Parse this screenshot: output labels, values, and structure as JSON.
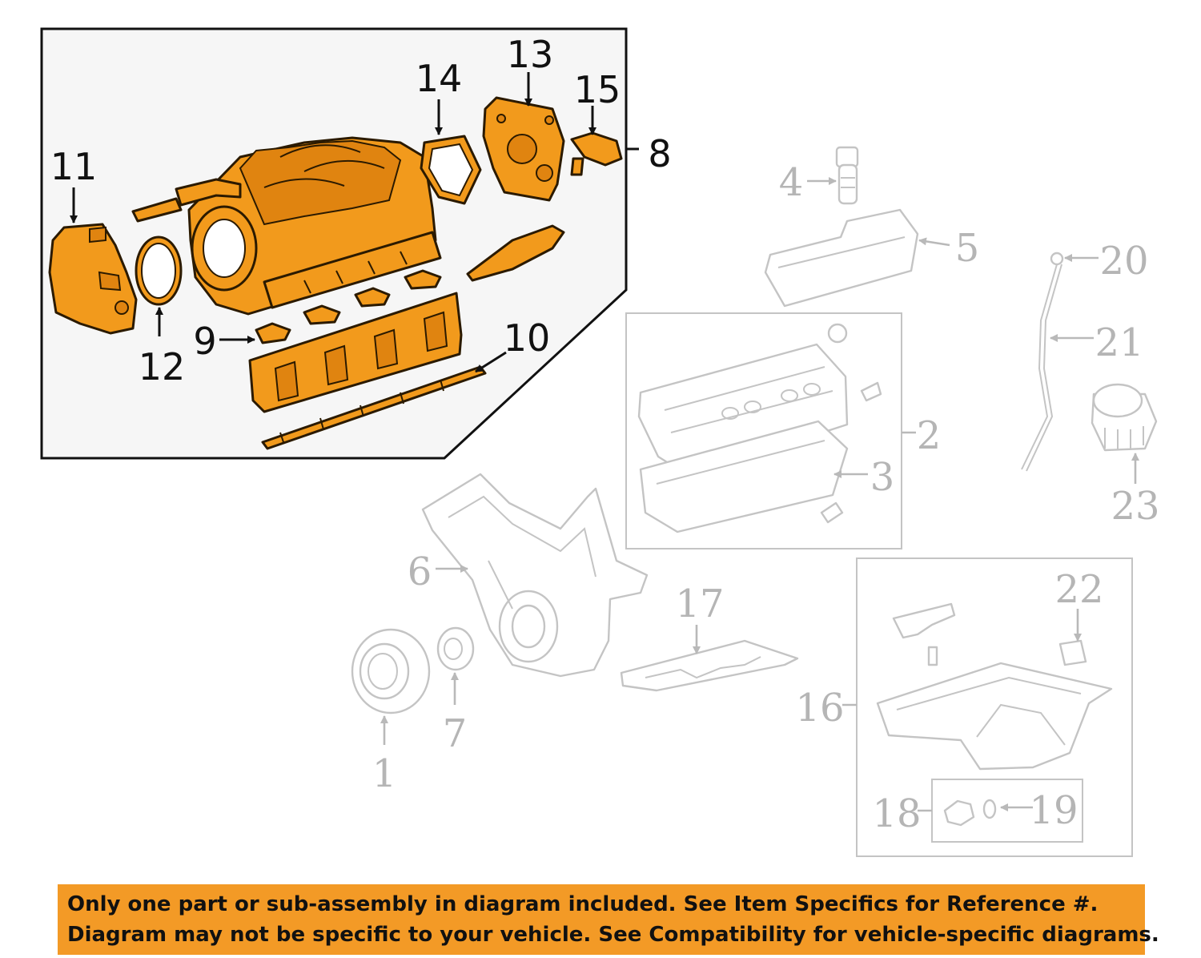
{
  "highlight_color": "#f29a1c",
  "callouts": {
    "c1": "1",
    "c2": "2",
    "c3": "3",
    "c4": "4",
    "c5": "5",
    "c6": "6",
    "c7": "7",
    "c8": "8",
    "c9": "9",
    "c10": "10",
    "c11": "11",
    "c12": "12",
    "c13": "13",
    "c14": "14",
    "c15": "15",
    "c16": "16",
    "c17": "17",
    "c18": "18",
    "c19": "19",
    "c20": "20",
    "c21": "21",
    "c22": "22",
    "c23": "23"
  },
  "disclaimer": {
    "line1": "Only one part or sub-assembly in diagram included. See Item Specifics for Reference #.",
    "line2": "Diagram may not be specific to your vehicle. See Compatibility for vehicle-specific diagrams."
  }
}
